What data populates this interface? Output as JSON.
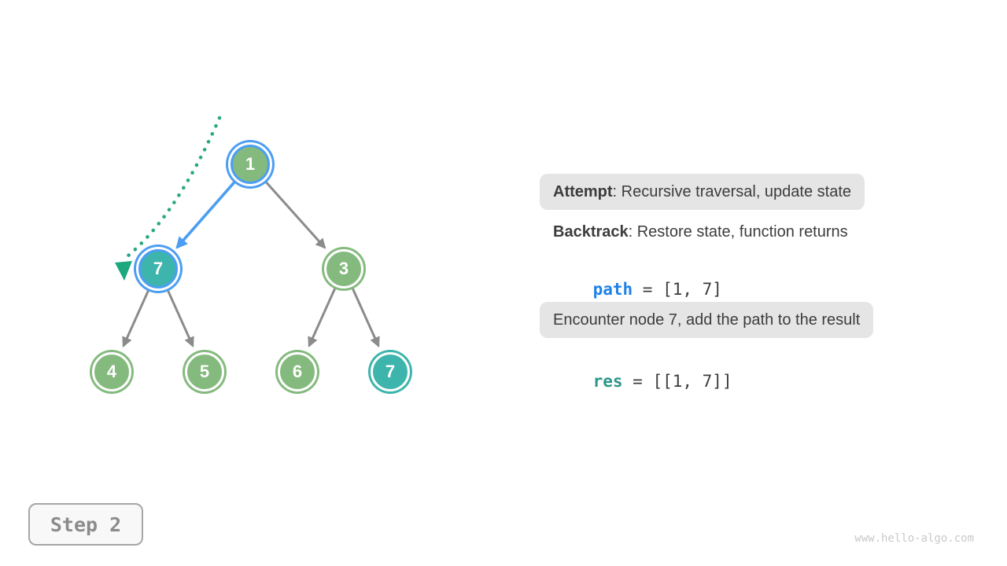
{
  "tree": {
    "nodes": [
      {
        "id": "node-1",
        "label": "1",
        "state": "active-green"
      },
      {
        "id": "node-7-left",
        "label": "7",
        "state": "active-teal"
      },
      {
        "id": "node-3",
        "label": "3",
        "state": "green"
      },
      {
        "id": "node-4",
        "label": "4",
        "state": "green"
      },
      {
        "id": "node-5",
        "label": "5",
        "state": "green"
      },
      {
        "id": "node-6",
        "label": "6",
        "state": "green"
      },
      {
        "id": "node-7-right",
        "label": "7",
        "state": "teal"
      }
    ],
    "edges": [
      {
        "from": "node-1",
        "to": "node-7-left",
        "style": "highlight-blue"
      },
      {
        "from": "node-1",
        "to": "node-3",
        "style": "gray"
      },
      {
        "from": "node-7-left",
        "to": "node-4",
        "style": "gray"
      },
      {
        "from": "node-7-left",
        "to": "node-5",
        "style": "gray"
      },
      {
        "from": "node-3",
        "to": "node-6",
        "style": "gray"
      },
      {
        "from": "node-3",
        "to": "node-7-right",
        "style": "gray"
      }
    ],
    "traversal_marker": "dotted-curve-with-arrowhead"
  },
  "annotations": {
    "attempt": {
      "keyword": "Attempt",
      "text": ": Recursive traversal, update state",
      "boxed": true
    },
    "backtrack": {
      "keyword": "Backtrack",
      "text": ": Restore state, function returns",
      "boxed": false
    },
    "path_line": {
      "variable": "path",
      "rest": " = [1, 7]"
    },
    "encounter": {
      "text": "Encounter node 7, add the path to the result",
      "boxed": true
    },
    "res_line": {
      "variable": "res",
      "rest": " = [[1, 7]]"
    }
  },
  "step_badge": {
    "label": "Step 2"
  },
  "watermark": "www.hello-algo.com",
  "colors": {
    "node_green": "#85BA7E",
    "node_teal": "#3DB5AC",
    "highlight_blue": "#4C9EF2",
    "edge_gray": "#8B8B8B",
    "dotted_curve_green": "#29A885",
    "arrowhead_green": "#1BA87E",
    "note_box_bg": "#E5E5E5",
    "text_dark": "#3C3C3C",
    "path_blue": "#1E82E5",
    "res_teal": "#2E968B",
    "step_gray": "#8B8B8B",
    "watermark_gray": "#C9C9C9"
  }
}
